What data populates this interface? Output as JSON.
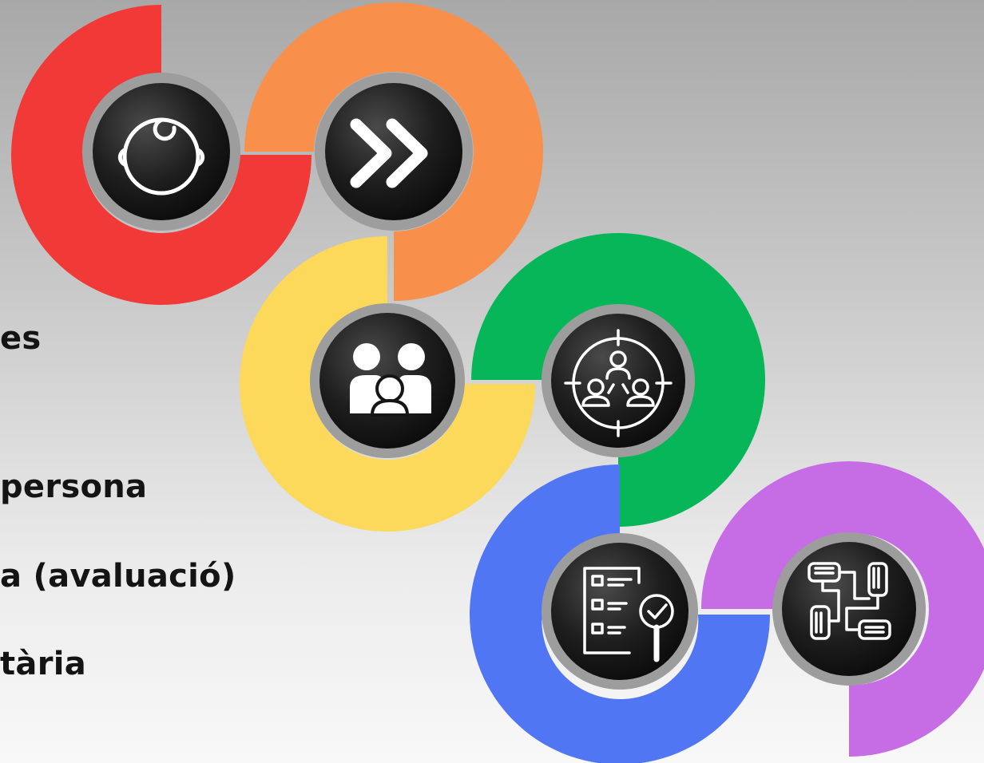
{
  "background_labels": [
    "es",
    "persona",
    "a (avaluació)",
    "tària"
  ],
  "colors": {
    "red": "#F13A37",
    "orange": "#F88F4B",
    "yellow": "#FCD95B",
    "green": "#06B658",
    "blue": "#5176F4",
    "purple": "#C66CE4",
    "icon_fill": "#151515",
    "icon_stroke": "#ffffff"
  },
  "steps": [
    {
      "color": "red",
      "icon": "baby-face-icon"
    },
    {
      "color": "orange",
      "icon": "fast-forward-chevrons-icon"
    },
    {
      "color": "yellow",
      "icon": "family-icon"
    },
    {
      "color": "green",
      "icon": "target-group-icon"
    },
    {
      "color": "blue",
      "icon": "checklist-search-icon"
    },
    {
      "color": "purple",
      "icon": "joined-hands-icon"
    }
  ]
}
